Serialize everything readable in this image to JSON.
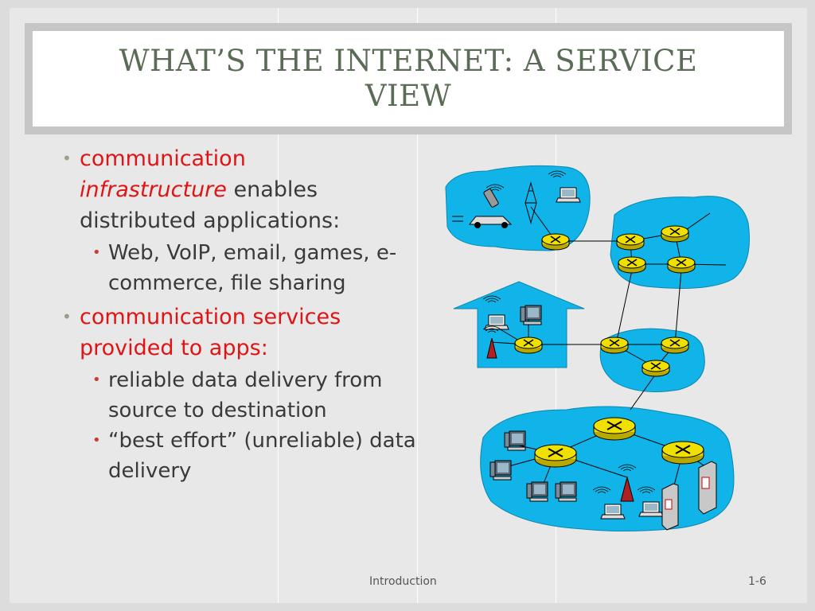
{
  "title": "WHAT’S THE INTERNET: A SERVICE VIEW",
  "bullets": {
    "b1": {
      "part1": "communication",
      "part2": "infrastructure",
      "part3": " enables distributed applications:"
    },
    "b1_sub": "Web, VoIP, email, games, e-commerce, file sharing",
    "b2": "communication services provided to apps:",
    "b2_sub1": "reliable data delivery from source to destination",
    "b2_sub2": "“best effort” (unreliable) data delivery"
  },
  "footer": {
    "left": "Introduction",
    "right": "1-6"
  },
  "colors": {
    "title": "#5a6b56",
    "accent_red": "#e01414",
    "network_blue": "#11b4e8",
    "router_yellow": "#e6d400"
  },
  "diagram_icons": [
    "cell-phone-icon",
    "car-icon",
    "cell-tower-icon",
    "laptop-icon",
    "router-icon",
    "desktop-computer-icon",
    "server-icon",
    "home-icon",
    "access-point-icon"
  ]
}
